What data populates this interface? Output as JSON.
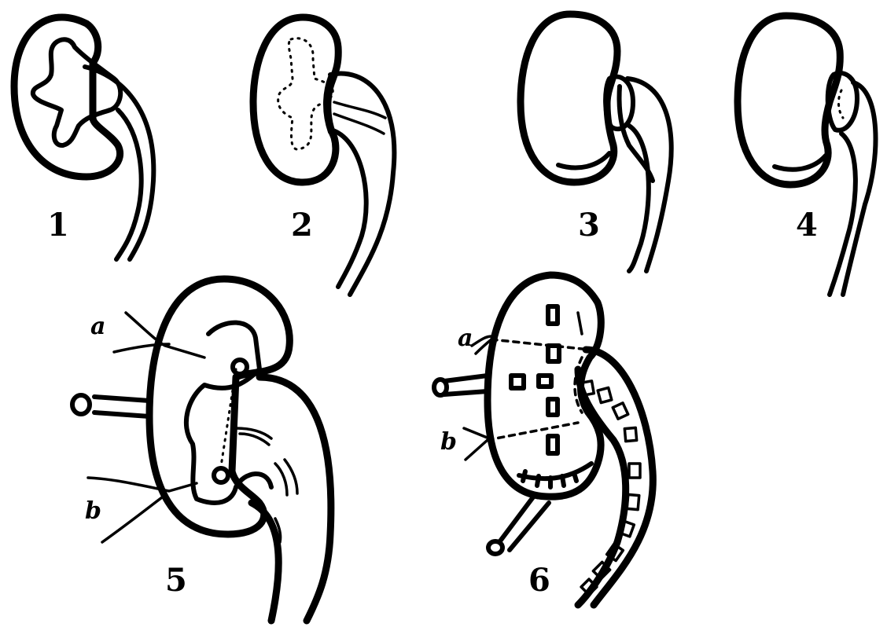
{
  "figures": [
    {
      "number": "1"
    },
    {
      "number": "2"
    },
    {
      "number": "3"
    },
    {
      "number": "4"
    },
    {
      "number": "5",
      "labels": [
        "a",
        "b"
      ]
    },
    {
      "number": "6",
      "labels": [
        "a",
        "b"
      ]
    }
  ]
}
